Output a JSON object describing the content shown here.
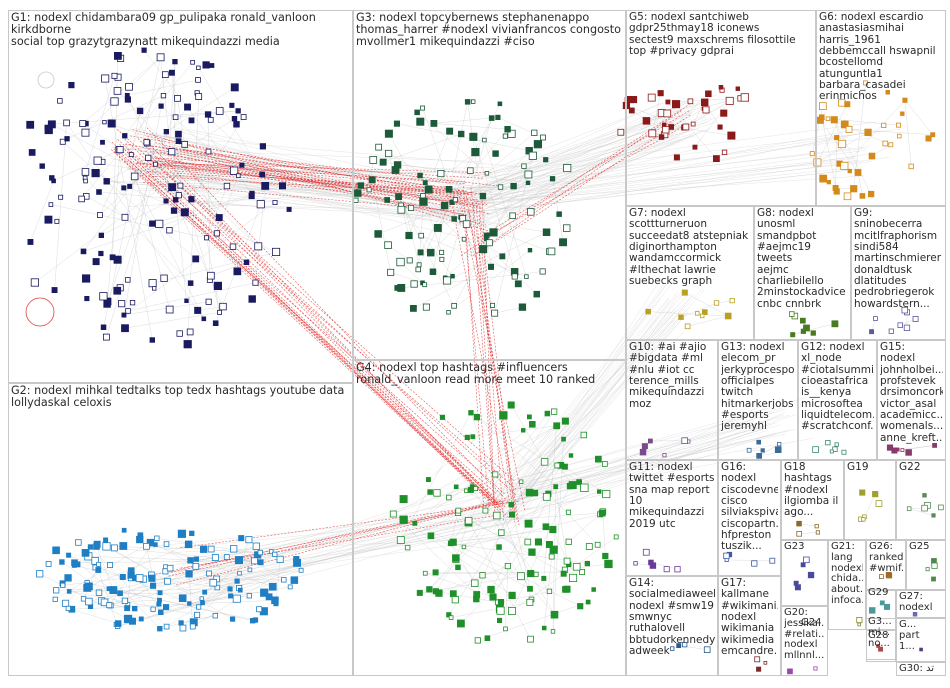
{
  "groups": [
    {
      "id": "G1",
      "label": "G1: nodexl chidambara09 gp_pulipaka ronald_vanloon kirkdborne\nsocial top grazytgrazynatt mikequindazzi media",
      "color": "#1a1a60"
    },
    {
      "id": "G2",
      "label": "G2: nodexl mihkal tedtalks top tedx hashtags youtube data\nlollydaskal celoxis",
      "color": "#1e7fc4"
    },
    {
      "id": "G3",
      "label": "G3: nodexl topcybernews stephanenappo\nthomas_harrer #nodexl vivianfrancos congosto\nmvollmer1 mikequindazzi #ciso",
      "color": "#1c5a3a"
    },
    {
      "id": "G4",
      "label": "G4: nodexl top hashtags #influencers\nronald_vanloon read more meet 10 ranked",
      "color": "#1f8f2a"
    },
    {
      "id": "G5",
      "label": "G5: nodexl santchiweb\ngdpr25thmay18 iconews\nsectest9 maxschrems filosottile\ntop #privacy gdprai",
      "color": "#8b1a1a"
    },
    {
      "id": "G6",
      "label": "G6: nodexl escardio\nanastasiasmihai harris_1961\ndebbemccall hswapnil\nbcostellomd atunguntla1\nbarbara_casadei erinmichos",
      "color": "#d48a1a"
    },
    {
      "id": "G7",
      "label": "G7: nodexl\nscottturneruon\nsucceedat8 atstepniak\ndiginorthampton\nwandamccormick\n#lthechat lawrie\nsuebecks graph",
      "color": "#b8a020"
    },
    {
      "id": "G8",
      "label": "G8: nodexl\nunosml\nsmandpbot\n#aejmc19 tweets\naejmc\ncharliebilello\n2minstockadvice\ncnbc cnnbrk",
      "color": "#4a7a20"
    },
    {
      "id": "G9",
      "label": "G9:\nsninobecerra\nmcitlfraphorism\nsindi584\nmartinschmierer\ndonaldtusk\ndlatitudes\npedrobriegerok\nhowardstern...",
      "color": "#5a5aa0"
    },
    {
      "id": "G10",
      "label": "G10: #ai #ajio\n#bigdata #ml\n#nlu #iot cc\nterence_mills\nmikequindazzi\nmoz",
      "color": "#7a4a8a"
    },
    {
      "id": "G13",
      "label": "G13: nodexl\nelecom_pr\njerkyprocespor...\nofficialpes\ntwitch\nhitmarkerjobs\n#esports\njeremyhl",
      "color": "#3a6a9a"
    },
    {
      "id": "G12",
      "label": "G12: nodexl\nxl_node\n#ciotalsummit...\ncioeastafrica\nis__kenya\nmicrosoftea\nliquidtelecom...\n#scratchconf...",
      "color": "#3a8a6a"
    },
    {
      "id": "G15",
      "label": "G15: nodexl\njohnholbei...\nprofstevek\ndrsimoncork\nvictor_asal\nacademicc...\nwomenals...\nanne_kreft...",
      "color": "#8a3a6a"
    },
    {
      "id": "G11",
      "label": "G11: nodexl\ntwittet #esports\nsna map report\n10 mikequindazzi\n2019 utc",
      "color": "#6a3a9a"
    },
    {
      "id": "G16",
      "label": "G16:\nnodexl\nciscodevnet\ncisco\nsilviakspiva\nciscopartn...\nhfpreston\ntuszik...",
      "color": "#3a5aaa"
    },
    {
      "id": "G18",
      "label": "G18\nhashtags\n#nodexl\nilgiomba il\nago...",
      "color": "#8a6a2a"
    },
    {
      "id": "G19",
      "label": "G19",
      "color": "#a0a030"
    },
    {
      "id": "G22",
      "label": "G22",
      "color": "#5a8a5a"
    },
    {
      "id": "G14",
      "label": "G14:\nsocialmediaweek\nnodexl #smw19\nsmwnyc\nruthalovell\nbbtudorkennedy\nadweek",
      "color": "#2a5a8a"
    },
    {
      "id": "G17",
      "label": "G17:\nkallmane\n#wikimani...\nnodexl\nwikimania\nwikimedia\nemcandre...",
      "color": "#7a2a2a"
    },
    {
      "id": "G20",
      "label": "G20:\njessika...\n#relati...\nnodexl\nmllnnl...",
      "color": "#9a4aaa"
    },
    {
      "id": "G21",
      "label": "G21:\nlang\nnodexl\nchida...\nabout...\ninfoca...",
      "color": "#8a8a2a"
    },
    {
      "id": "G23",
      "label": "G23",
      "color": "#4a4a9a"
    },
    {
      "id": "G24",
      "label": "G24",
      "color": "#2a8a8a"
    },
    {
      "id": "G26",
      "label": "G26:\nranked\n#wmif...",
      "color": "#9a6a2a"
    },
    {
      "id": "G25",
      "label": "G25",
      "color": "#4a8a4a"
    },
    {
      "id": "G27",
      "label": "G27:\nnodexl",
      "color": "#6a6aaa"
    },
    {
      "id": "G28",
      "label": "G28",
      "color": "#aa4a4a"
    },
    {
      "id": "G29",
      "label": "G29",
      "color": "#4a9a9a"
    },
    {
      "id": "G3x",
      "label": "G3...\nmi...\nno...",
      "color": "#7a5a3a"
    },
    {
      "id": "Gpart",
      "label": "G...\npart\n1...",
      "color": "#5a3a7a"
    },
    {
      "id": "G30",
      "label": "G30: تد",
      "color": "#3a7aaa"
    }
  ]
}
